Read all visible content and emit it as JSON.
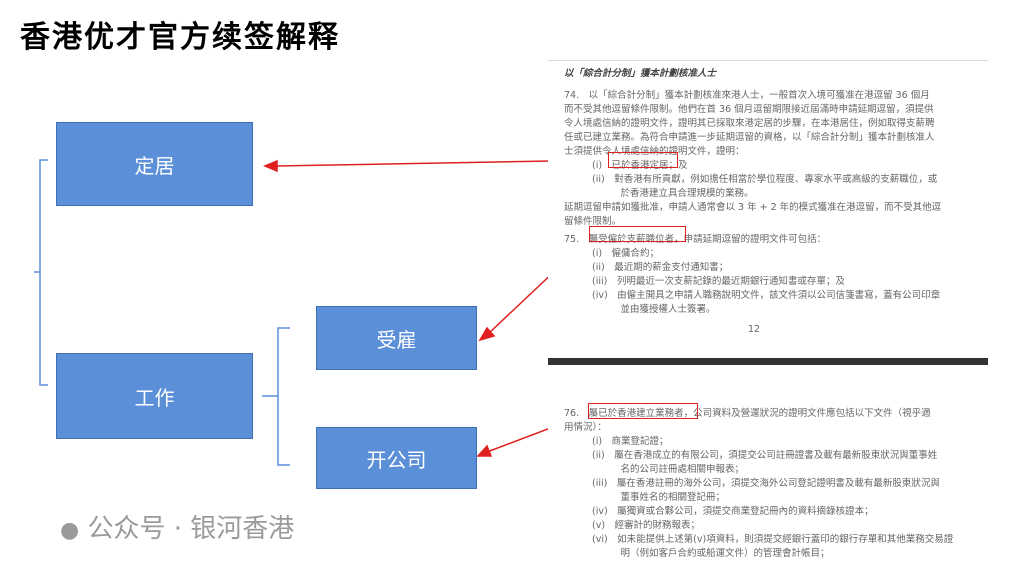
{
  "title": "香港优才官方续签解释",
  "diagram": {
    "settle": "定居",
    "work": "工作",
    "employed": "受雇",
    "company": "开公司"
  },
  "doc": {
    "page1": [
      "以「綜合計分制」獲本計劃核准人士",
      "74.　以「綜合計分制」獲本計劃核准來港人士，一般首次入境可獲准在港逗留 36 個月",
      "而不受其他逗留條件限制。他們在首 36 個月逗留期限接近屆滿時申請延期逗留，須提供",
      "令人境處信納的證明文件，證明其已採取來港定居的步驟，在本港居住，例如取得支薪聘",
      "任或已建立業務。為符合申請進一步延期逗留的資格，以「綜合計分制」獲本計劃核准人",
      "士須提供令人境處信納的證明文件，證明：",
      "(i)　已於香港定居；及",
      "(ii)　對香港有所貢獻，例如擔任相當於學位程度、專家水平或高級的支薪職位，或",
      "　　　於香港建立具合理規模的業務。",
      "延期逗留申請如獲批准，申請人通常會以 3 年 + 2 年的模式獲准在港逗留，而不受其他逗",
      "留條件限制。",
      "75.　屬受僱於支薪職位者，申請延期逗留的證明文件可包括：",
      "(i)　僱傭合約；",
      "(ii)　最近期的薪金支付通知書；",
      "(iii)　列明最近一次支薪記錄的最近期銀行通知書或存單；及",
      "(iv)　由僱主開具之申請人職務說明文件，該文件須以公司信箋書寫，蓋有公司印章",
      "　　　並由獲授權人士簽署。",
      "12"
    ],
    "page2": [
      "76.　屬已於香港建立業務者，公司資料及營運狀況的證明文件應包括以下文件（視乎適",
      "用情況）：",
      "(i)　商業登記證；",
      "(ii)　屬在香港成立的有限公司，須提交公司註冊證書及載有最新股東狀況與董事姓",
      "　　　名的公司註冊處相關申報表；",
      "(iii)　屬在香港註冊的海外公司，須提交海外公司登記證明書及載有最新股東狀況與",
      "　　　董事姓名的相關登記冊；",
      "(iv)　屬獨資或合夥公司，須提交商業登記冊內的資料摘錄核證本；",
      "(v)　經審計的財務報表；",
      "(vi)　如未能提供上述第(v)項資料，則須提交經銀行蓋印的銀行存單和其他業務交易證",
      "　　　明（例如客戶合約或船運文件）的管理會計帳目；"
    ]
  },
  "watermark": "公众号 · 银河香港",
  "colors": {
    "box": "#5b8fd8",
    "highlight": "#e02020"
  }
}
